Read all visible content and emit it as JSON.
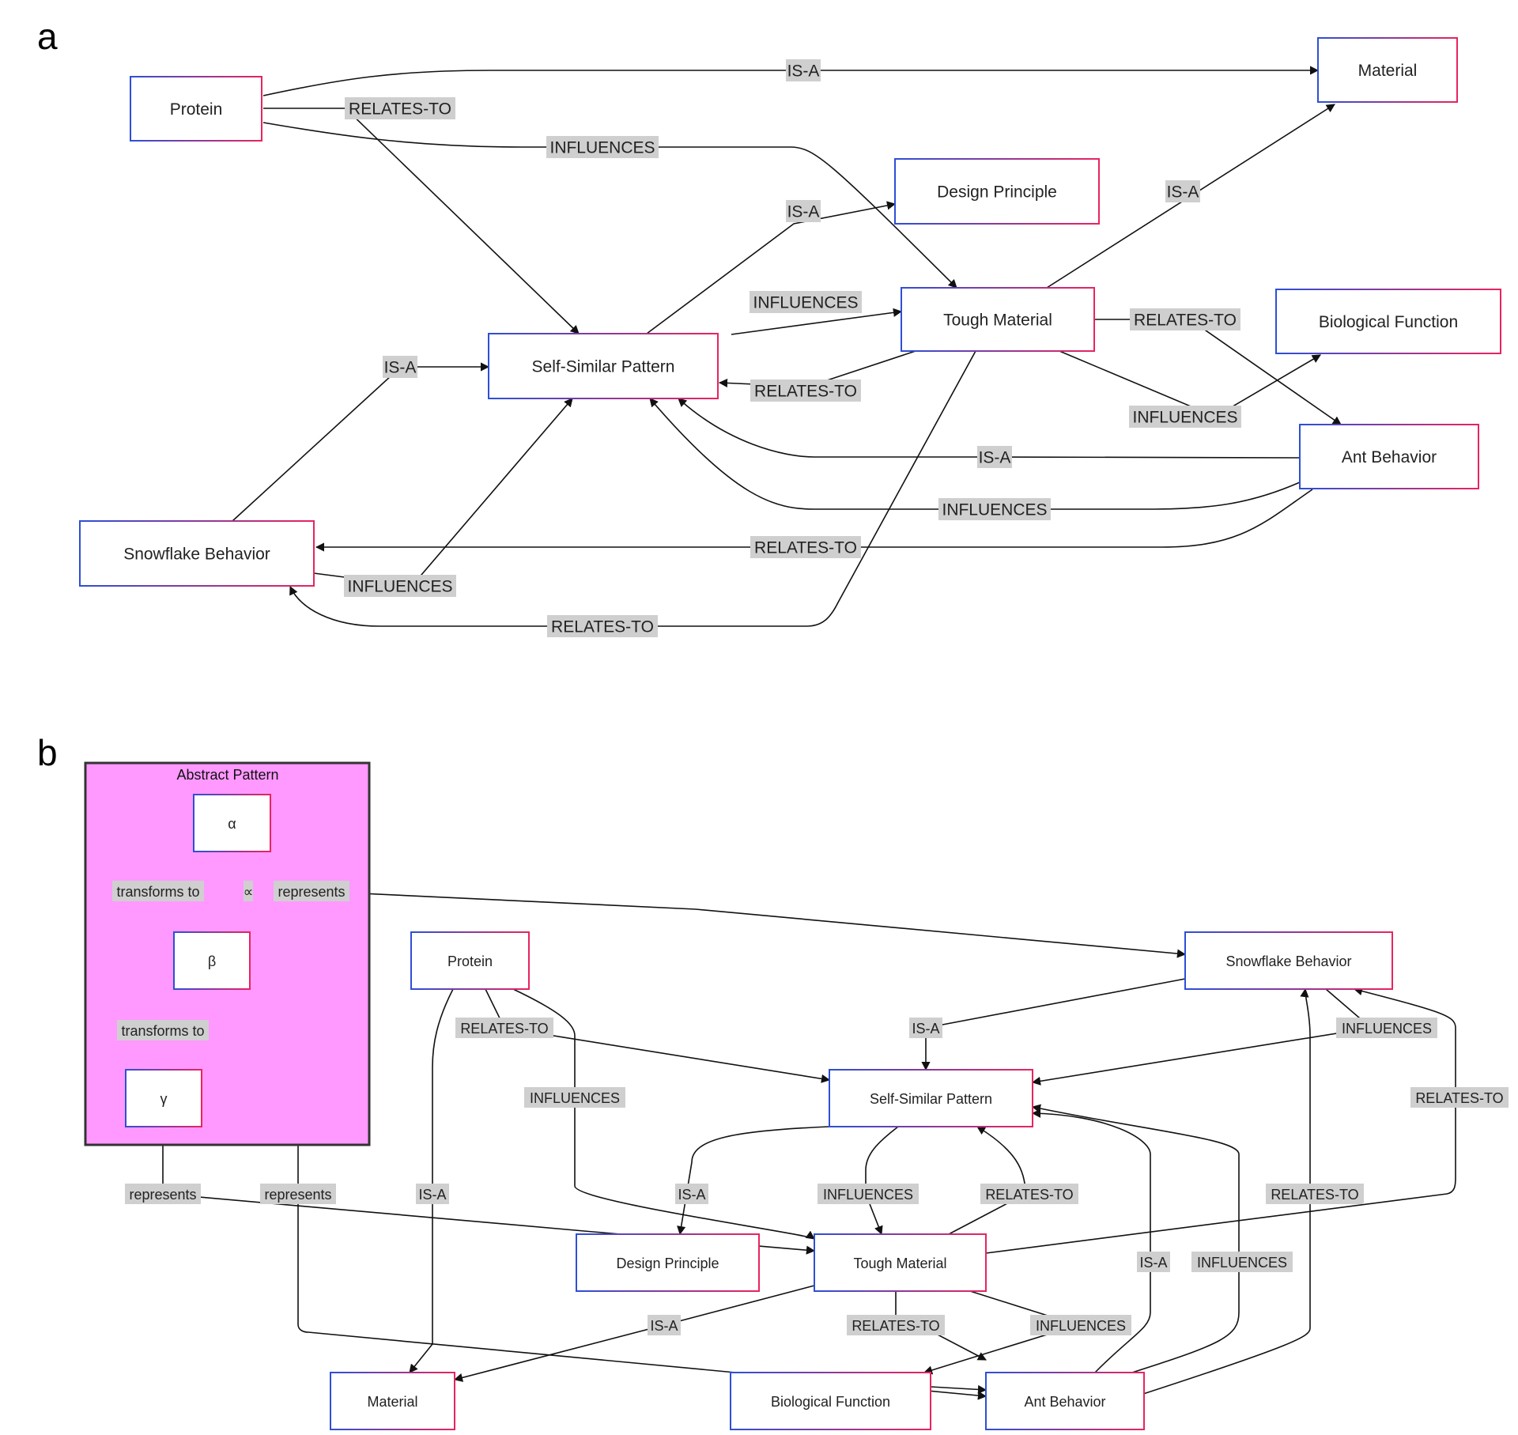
{
  "colors": {
    "node_left": "#2d4fd6",
    "node_right": "#e8245f",
    "group_fill": "#ff99ff",
    "label_bg": "#cfcfcf"
  },
  "panel_a": {
    "letter": "a",
    "nodes": [
      {
        "id": "protein",
        "label": "Protein"
      },
      {
        "id": "material",
        "label": "Material"
      },
      {
        "id": "design",
        "label": "Design Principle"
      },
      {
        "id": "tough",
        "label": "Tough Material"
      },
      {
        "id": "biofunc",
        "label": "Biological Function"
      },
      {
        "id": "selfsim",
        "label": "Self-Similar Pattern"
      },
      {
        "id": "ant",
        "label": "Ant Behavior"
      },
      {
        "id": "snow",
        "label": "Snowflake Behavior"
      }
    ],
    "edges": [
      {
        "from": "protein",
        "to": "material",
        "label": "IS-A"
      },
      {
        "from": "protein",
        "to": "selfsim",
        "label": "RELATES-TO"
      },
      {
        "from": "protein",
        "to": "tough",
        "label": "INFLUENCES"
      },
      {
        "from": "selfsim",
        "to": "design",
        "label": "IS-A"
      },
      {
        "from": "tough",
        "to": "material",
        "label": "IS-A"
      },
      {
        "from": "selfsim",
        "to": "tough",
        "label": "INFLUENCES"
      },
      {
        "from": "tough",
        "to": "selfsim",
        "label": "RELATES-TO"
      },
      {
        "from": "tough",
        "to": "ant",
        "label": "RELATES-TO"
      },
      {
        "from": "tough",
        "to": "biofunc",
        "label": "INFLUENCES"
      },
      {
        "from": "snow",
        "to": "selfsim",
        "label": "IS-A"
      },
      {
        "from": "ant",
        "to": "selfsim",
        "label": "IS-A"
      },
      {
        "from": "ant",
        "to": "selfsim",
        "label": "INFLUENCES"
      },
      {
        "from": "ant",
        "to": "snow",
        "label": "RELATES-TO"
      },
      {
        "from": "snow",
        "to": "selfsim",
        "label": "INFLUENCES"
      },
      {
        "from": "tough",
        "to": "snow",
        "label": "RELATES-TO"
      }
    ]
  },
  "panel_b": {
    "letter": "b",
    "group_title": "Abstract Pattern",
    "nodes": [
      {
        "id": "alpha",
        "label": "α"
      },
      {
        "id": "beta",
        "label": "β"
      },
      {
        "id": "gamma",
        "label": "γ"
      },
      {
        "id": "protein",
        "label": "Protein"
      },
      {
        "id": "snow",
        "label": "Snowflake Behavior"
      },
      {
        "id": "selfsim",
        "label": "Self-Similar Pattern"
      },
      {
        "id": "design",
        "label": "Design Principle"
      },
      {
        "id": "tough",
        "label": "Tough Material"
      },
      {
        "id": "material",
        "label": "Material"
      },
      {
        "id": "biofunc",
        "label": "Biological Function"
      },
      {
        "id": "ant",
        "label": "Ant Behavior"
      }
    ],
    "edges": [
      {
        "from": "alpha",
        "to": "beta",
        "label": "transforms to"
      },
      {
        "from": "alpha",
        "to": "beta",
        "label": "∝"
      },
      {
        "from": "alpha",
        "to": "snow",
        "label": "represents"
      },
      {
        "from": "beta",
        "to": "gamma",
        "label": "transforms to"
      },
      {
        "from": "gamma",
        "to": "tough",
        "label": "represents"
      },
      {
        "from": "beta",
        "to": "ant",
        "label": "represents"
      },
      {
        "from": "protein",
        "to": "material",
        "label": "IS-A"
      },
      {
        "from": "protein",
        "to": "selfsim",
        "label": "RELATES-TO"
      },
      {
        "from": "protein",
        "to": "tough",
        "label": "INFLUENCES"
      },
      {
        "from": "snow",
        "to": "selfsim",
        "label": "IS-A"
      },
      {
        "from": "snow",
        "to": "selfsim",
        "label": "INFLUENCES"
      },
      {
        "from": "tough",
        "to": "snow",
        "label": "RELATES-TO"
      },
      {
        "from": "selfsim",
        "to": "design",
        "label": "IS-A"
      },
      {
        "from": "selfsim",
        "to": "tough",
        "label": "INFLUENCES"
      },
      {
        "from": "tough",
        "to": "selfsim",
        "label": "RELATES-TO"
      },
      {
        "from": "ant",
        "to": "selfsim",
        "label": "IS-A"
      },
      {
        "from": "ant",
        "to": "selfsim",
        "label": "INFLUENCES"
      },
      {
        "from": "ant",
        "to": "snow",
        "label": "RELATES-TO"
      },
      {
        "from": "tough",
        "to": "material",
        "label": "IS-A"
      },
      {
        "from": "tough",
        "to": "ant",
        "label": "RELATES-TO"
      },
      {
        "from": "tough",
        "to": "biofunc",
        "label": "INFLUENCES"
      },
      {
        "from": "biofunc",
        "to": "ant",
        "label": ""
      }
    ]
  }
}
